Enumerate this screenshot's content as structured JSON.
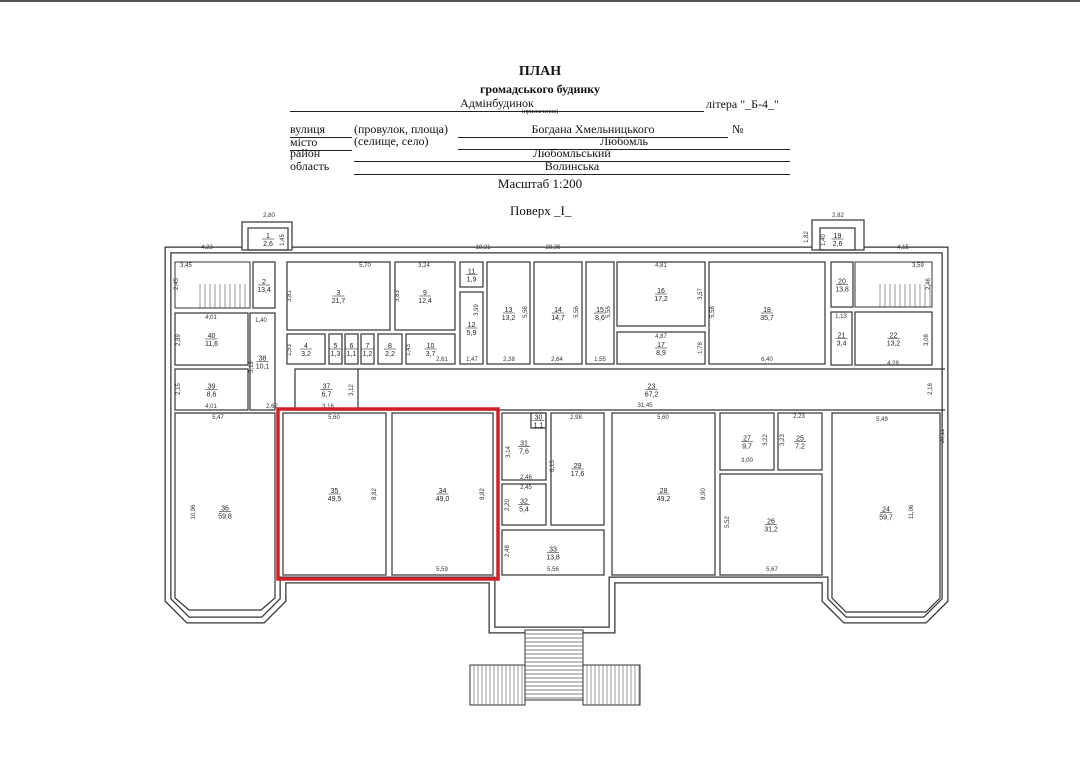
{
  "header": {
    "title": "ПЛАН",
    "subtitle": "громадського будинку",
    "purpose": "Адмінбудинок",
    "purpose_caption": "(призначення)",
    "litera_label": "літера \"",
    "litera_value": "_Б-4_",
    "litera_close": "\"",
    "street_label": "вулиця",
    "street_hint": "(провулок, площа)",
    "street_value": "Богдана Хмельницького",
    "number_label": "№",
    "city_label": "місто",
    "city_hint": "(селище, село)",
    "city_value": "Любомль",
    "district_label": "район",
    "district_value": "Любомльський",
    "region_label": "область",
    "region_value": "Волинська",
    "scale": "Масштаб 1:200",
    "floor_label": "Поверх",
    "floor_value": "_I_"
  },
  "highlight_color": "#d0202a",
  "rooms": [
    {
      "number": "1",
      "area": "2,6"
    },
    {
      "number": "2",
      "area": "13,4"
    },
    {
      "number": "3",
      "area": "21,7"
    },
    {
      "number": "4",
      "area": "3,2"
    },
    {
      "number": "5",
      "area": "1,3"
    },
    {
      "number": "6",
      "area": "1,1"
    },
    {
      "number": "7",
      "area": "1,2"
    },
    {
      "number": "8",
      "area": "2,2"
    },
    {
      "number": "9",
      "area": "12,4"
    },
    {
      "number": "10",
      "area": "3,7"
    },
    {
      "number": "11",
      "area": "1,9"
    },
    {
      "number": "12",
      "area": "5,9"
    },
    {
      "number": "13",
      "area": "13,2"
    },
    {
      "number": "14",
      "area": "14,7"
    },
    {
      "number": "15",
      "area": "8,6"
    },
    {
      "number": "16",
      "area": "17,2"
    },
    {
      "number": "17",
      "area": "8,9"
    },
    {
      "number": "18",
      "area": "35,7"
    },
    {
      "number": "19",
      "area": "2,6"
    },
    {
      "number": "20",
      "area": "13,8"
    },
    {
      "number": "21",
      "area": "3,4"
    },
    {
      "number": "22",
      "area": "13,2"
    },
    {
      "number": "23",
      "area": "67,2"
    },
    {
      "number": "24",
      "area": "59,7"
    },
    {
      "number": "25",
      "area": "7,2"
    },
    {
      "number": "26",
      "area": "31,2"
    },
    {
      "number": "27",
      "area": "9,7"
    },
    {
      "number": "28",
      "area": "49,2"
    },
    {
      "number": "29",
      "area": "17,6"
    },
    {
      "number": "30",
      "area": "1,1"
    },
    {
      "number": "31",
      "area": "7,6"
    },
    {
      "number": "32",
      "area": "5,4"
    },
    {
      "number": "33",
      "area": "13,8"
    },
    {
      "number": "34",
      "area": "49,0"
    },
    {
      "number": "35",
      "area": "49,5"
    },
    {
      "number": "36",
      "area": "59,8"
    },
    {
      "number": "37",
      "area": "6,7"
    },
    {
      "number": "38",
      "area": "10,1"
    },
    {
      "number": "39",
      "area": "8,6"
    },
    {
      "number": "40",
      "area": "11,6"
    }
  ],
  "dimensions": [
    "2,80",
    "4,23",
    "18,21",
    "28,36",
    "2,82",
    "4,15",
    "1,45",
    "1,82",
    "1,40",
    "3,45",
    "2,45",
    "5,70",
    "3,81",
    "3,24",
    "3,83",
    "3,99",
    "5,56",
    "5,56",
    "5,55",
    "4,81",
    "3,57",
    "5,58",
    "4,87",
    "1,78",
    "6,40",
    "2,38",
    "2,64",
    "1,55",
    "1,47",
    "2,61",
    "1,43",
    "1,53",
    "1,40",
    "4,01",
    "2,89",
    "5,19",
    "2,15",
    "4,01",
    "2,62",
    "3,16",
    "3,12",
    "3,59",
    "2,46",
    "1,13",
    "3,08",
    "4,28",
    "2,18",
    "31,45",
    "5,47",
    "10,96",
    "5,60",
    "8,82",
    "8,82",
    "5,59",
    "2,98",
    "3,14",
    "2,46",
    "2,45",
    "2,20",
    "6,15",
    "2,48",
    "5,56",
    "5,60",
    "8,90",
    "3,22",
    "3,23",
    "2,23",
    "3,00",
    "5,52",
    "5,67",
    "5,49",
    "11,06",
    "20,11"
  ]
}
